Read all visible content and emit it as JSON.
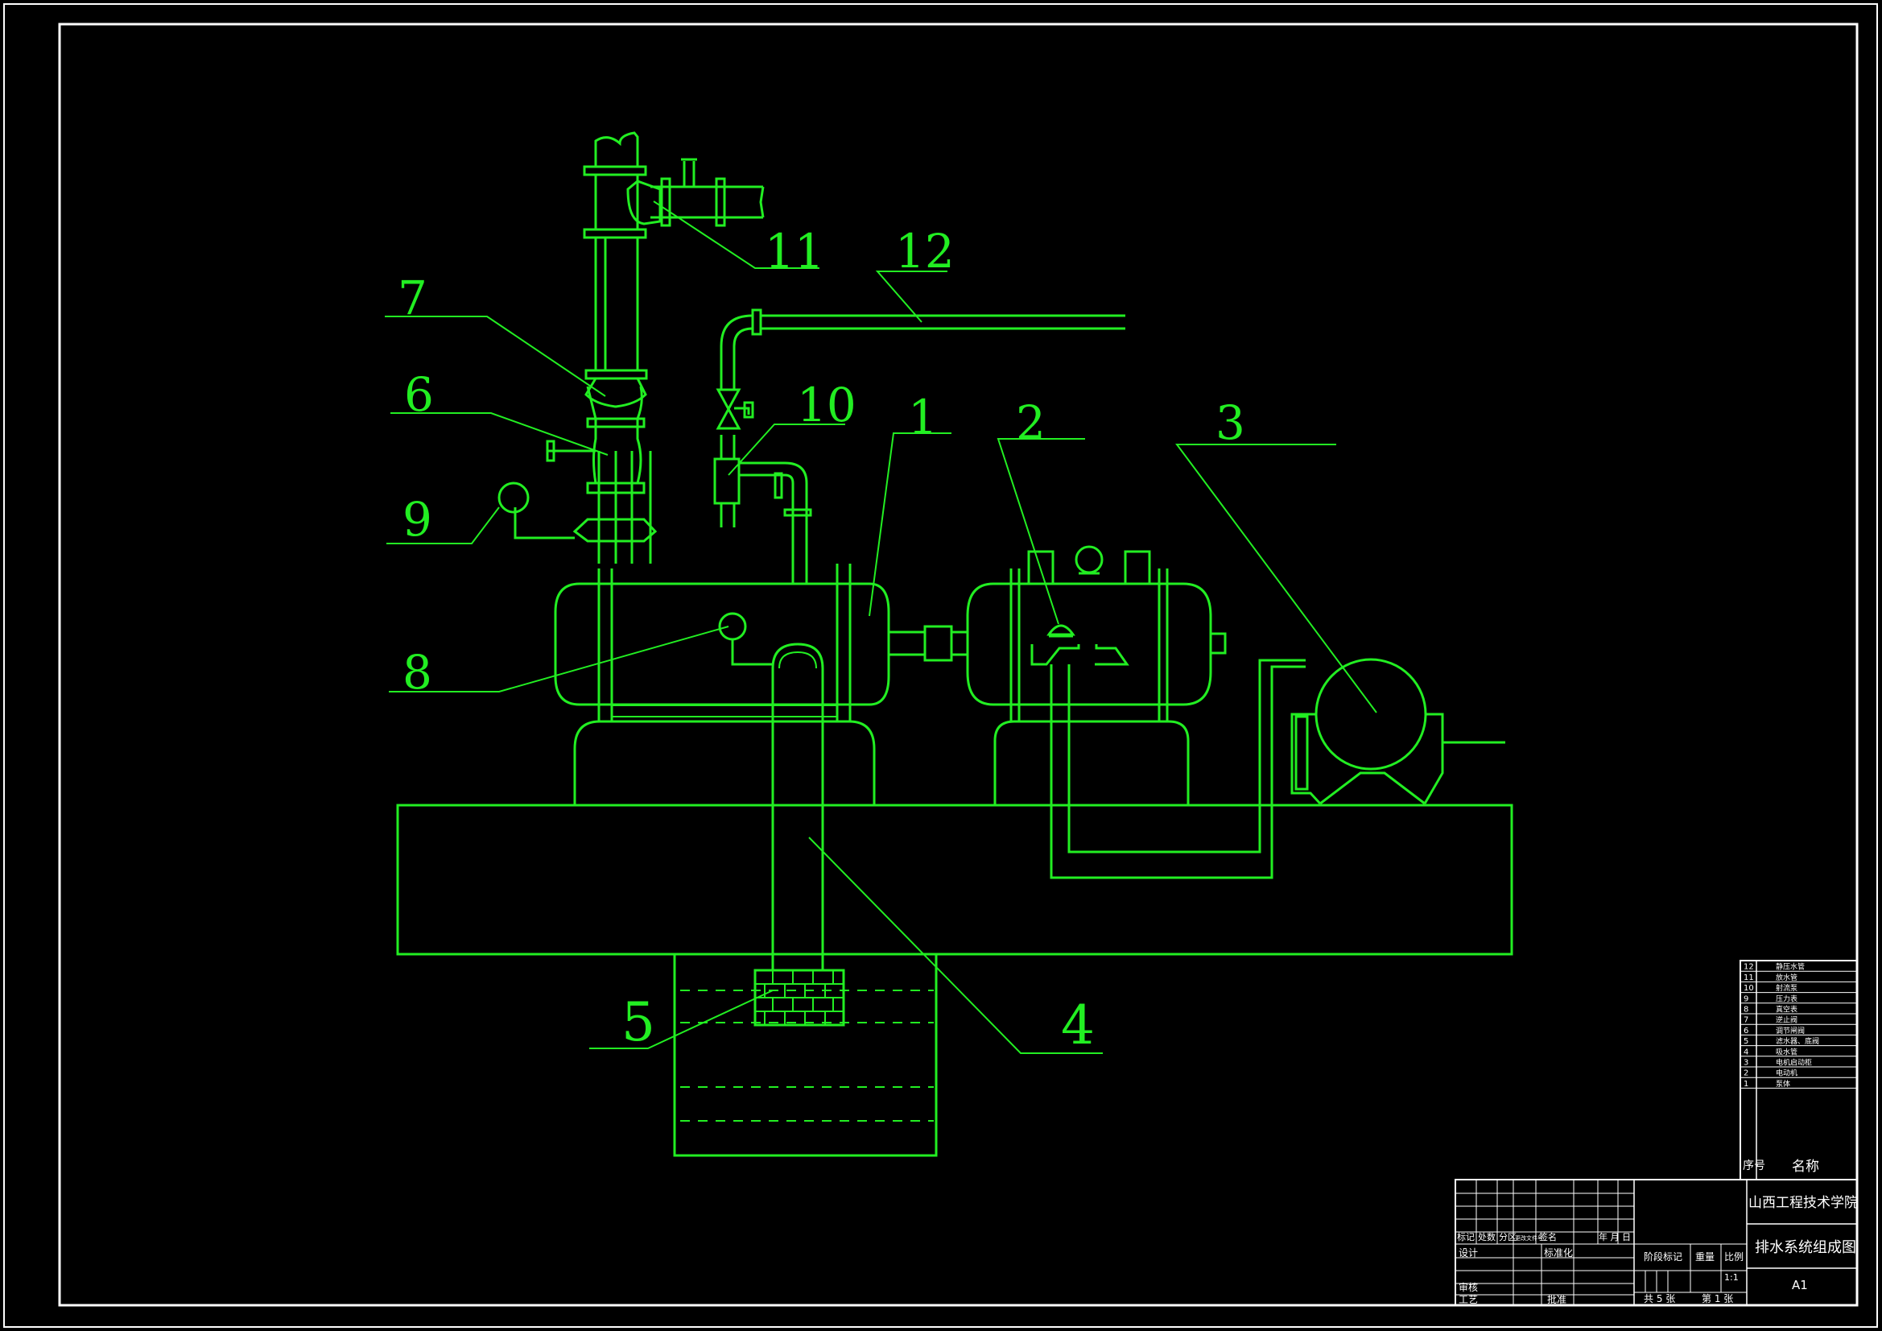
{
  "part_labels": [
    "1",
    "2",
    "3",
    "4",
    "5",
    "6",
    "7",
    "8",
    "9",
    "10",
    "11",
    "12"
  ],
  "parts_list": {
    "rows": [
      {
        "no": "12",
        "name": "静压水管"
      },
      {
        "no": "11",
        "name": "放水管"
      },
      {
        "no": "10",
        "name": "射流泵"
      },
      {
        "no": "9",
        "name": "压力表"
      },
      {
        "no": "8",
        "name": "真空表"
      },
      {
        "no": "7",
        "name": "逆止阀"
      },
      {
        "no": "6",
        "name": "调节闸阀"
      },
      {
        "no": "5",
        "name": "滤水器、底阀"
      },
      {
        "no": "4",
        "name": "吸水管"
      },
      {
        "no": "3",
        "name": "电机启动柜"
      },
      {
        "no": "2",
        "name": "电动机"
      },
      {
        "no": "1",
        "name": "泵体"
      }
    ],
    "header_no": "序号",
    "header_name": "名称"
  },
  "title_block": {
    "school": "山西工程技术学院",
    "drawing_title": "排水系统组成图",
    "sheet_size": "A1",
    "scale_header": "比例",
    "scale_value": "1:1",
    "weight_header": "重量",
    "stage_mark": "阶段标记",
    "total_sheets": "共 5 张",
    "sheet_no": "第 1 张",
    "rev_headers": [
      "标记",
      "处数",
      "分区",
      "更改文件号",
      "签名",
      "年 月 日"
    ],
    "design": "设计",
    "standardize": "标准化",
    "review": "审核",
    "process": "工艺",
    "approve": "批准"
  }
}
